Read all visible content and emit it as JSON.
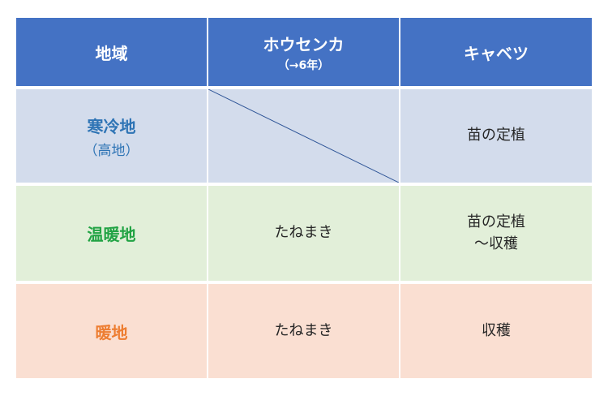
{
  "header": {
    "region": "地域",
    "houseninka": "ホウセンカ",
    "houseninka_note": "（→6年）",
    "cabbage": "キャベツ"
  },
  "rows": [
    {
      "label": "寒冷地",
      "label_sub": "（高地）",
      "houseninka": "",
      "cabbage_line1": "苗の定植",
      "cabbage_line2": ""
    },
    {
      "label": "温暖地",
      "label_sub": "",
      "houseninka": "たねまき",
      "cabbage_line1": "苗の定植",
      "cabbage_line2": "～収穫"
    },
    {
      "label": "暖地",
      "label_sub": "",
      "houseninka": "たねまき",
      "cabbage_line1": "収穫",
      "cabbage_line2": ""
    }
  ],
  "colors": {
    "header_bg": "#4472c4",
    "cold_bg": "#d3dcec",
    "warm_bg": "#e2efd9",
    "hot_bg": "#fadfd2",
    "cold_text": "#2e74b5",
    "warm_text": "#21a344",
    "hot_text": "#ed7d31",
    "diagonal_line": "#2f5597"
  }
}
